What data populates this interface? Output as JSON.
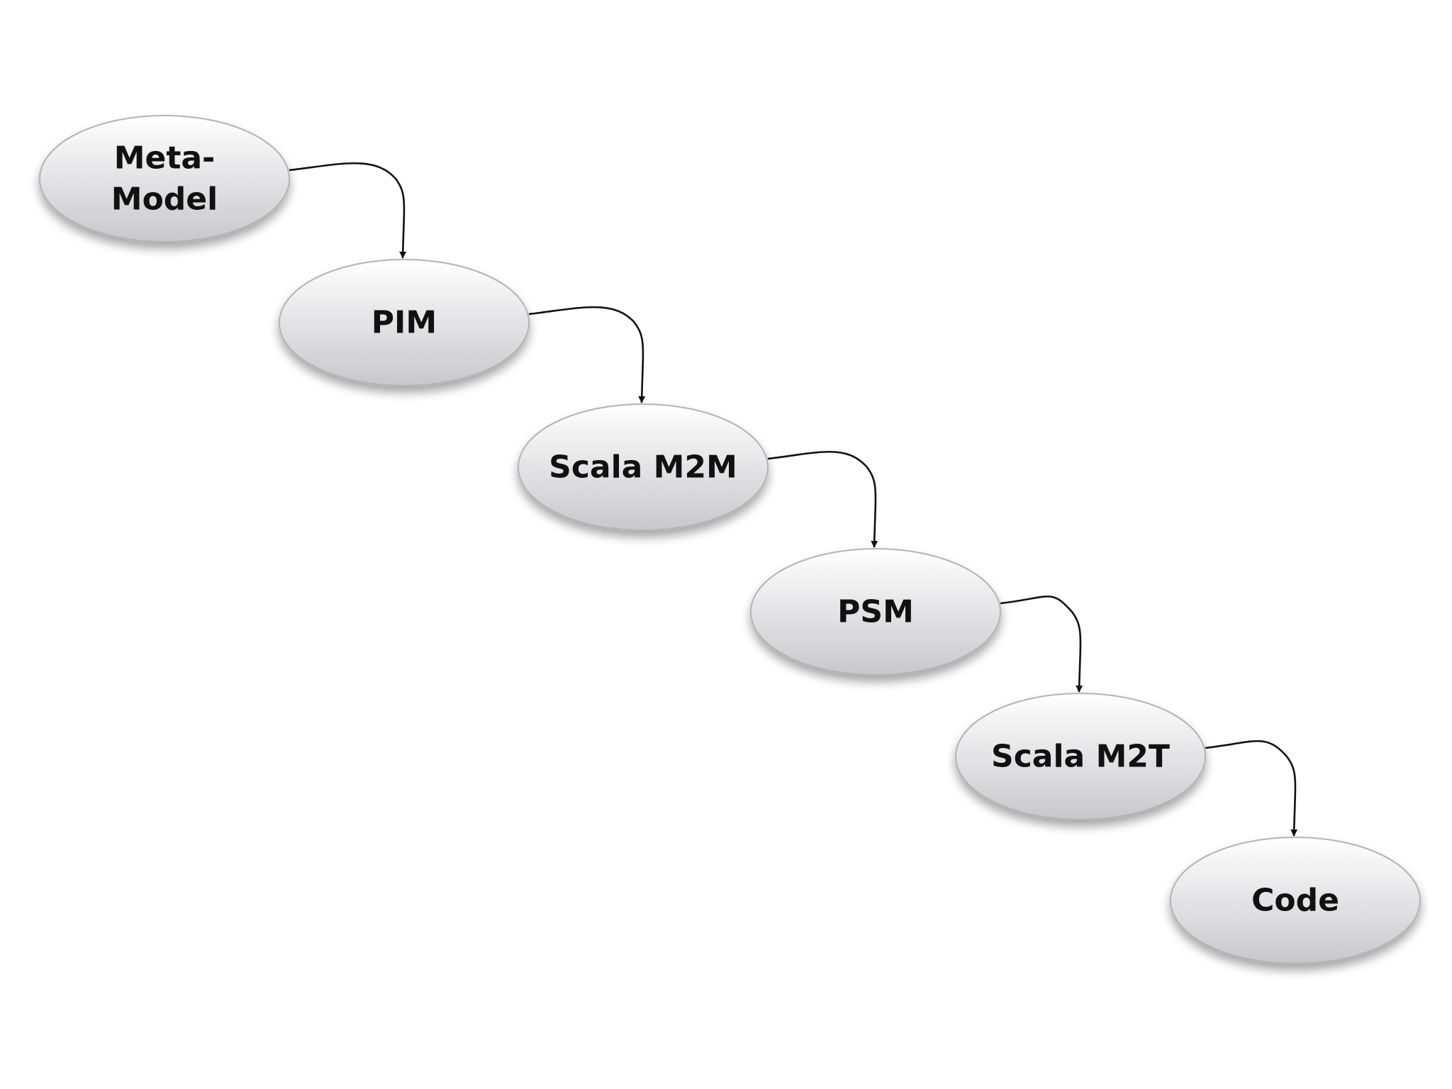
{
  "diagram": {
    "nodes": [
      {
        "id": "meta-model",
        "lines": [
          "Meta-",
          "Model"
        ]
      },
      {
        "id": "pim",
        "lines": [
          "PIM"
        ]
      },
      {
        "id": "scala-m2m",
        "lines": [
          "Scala M2M"
        ]
      },
      {
        "id": "psm",
        "lines": [
          "PSM"
        ]
      },
      {
        "id": "scala-m2t",
        "lines": [
          "Scala M2T"
        ]
      },
      {
        "id": "code",
        "lines": [
          "Code"
        ]
      }
    ],
    "edges": [
      {
        "from": "meta-model",
        "to": "pim"
      },
      {
        "from": "pim",
        "to": "scala-m2m"
      },
      {
        "from": "scala-m2m",
        "to": "psm"
      },
      {
        "from": "psm",
        "to": "scala-m2t"
      },
      {
        "from": "scala-m2t",
        "to": "code"
      }
    ],
    "colors": {
      "node_top": "#ffffff",
      "node_bottom": "#c8c8cc",
      "node_stroke": "#b4b4b8",
      "edge": "#111111",
      "text": "#111111"
    }
  }
}
